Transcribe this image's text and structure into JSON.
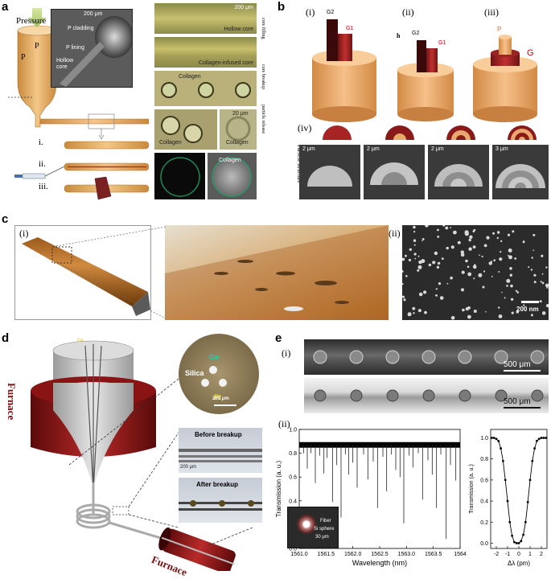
{
  "panels": {
    "a": {
      "label": "a",
      "pressure": "Pressure",
      "p_left": "P",
      "p_top": "P",
      "inset_scale": "200 μm",
      "pc_cladding": "P",
      "pc_cladding_rest": " cladding",
      "pc_lining": "P",
      "pc_lining_rest": " lining",
      "hollow_core": "Hollow core",
      "steps": [
        "i.",
        "ii.",
        "iii."
      ],
      "micro_scale_top": "200 μm",
      "hollow_core_label": "Hollow core",
      "collagen_core_label": "Collagen-infused core",
      "collagen1": "Collagen",
      "collagen2": "Collagen",
      "collagen3": "Collagen",
      "collagen4": "Collagen",
      "micro_scale_small": "20 μm",
      "side_labels": [
        "core filling",
        "core breakup",
        "particle release"
      ]
    },
    "b": {
      "label": "b",
      "sub": [
        "(i)",
        "(ii)",
        "(iii)",
        "(iv)"
      ],
      "g2a": "G2",
      "g1a": "G1",
      "h": "h",
      "g2b": "G2",
      "g1b": "G1",
      "g": "G",
      "p_top": "P",
      "particle_structure": "Particle structure",
      "sem_scale": [
        "2 μm",
        "2 μm",
        "2 μm",
        "3 μm"
      ]
    },
    "c": {
      "label": "c",
      "sub": [
        "(i)",
        "(ii)"
      ],
      "scale": "200 nm"
    },
    "d": {
      "label": "d",
      "furnace_top": "Furnace",
      "furnace_bottom": "Furnace",
      "silica": "Silica",
      "ge": "Ge",
      "pt": "Pt",
      "cross_scale": "200 μm",
      "before": "Before breakup",
      "after": "After breakup",
      "micro_scale": "200 μm"
    },
    "e": {
      "label": "e",
      "sub": [
        "(i)",
        "(ii)"
      ],
      "scale1": "500 μm",
      "scale2": "500 μm",
      "inset_fiber": "Fiber",
      "inset_sphere": "Si sphere",
      "inset_size": "30 μm"
    }
  },
  "chart_data": [
    {
      "type": "line",
      "xlabel": "Wavelength (nm)",
      "ylabel": "Transmission (a. u.)",
      "xlim": [
        1561.0,
        1564.0
      ],
      "ylim": [
        0.0,
        1.0
      ],
      "xticks": [
        "1561.0",
        "1561.5",
        "1562.0",
        "1562.5",
        "1563.0",
        "1563.5",
        "1564"
      ],
      "yticks": [
        "0.0",
        "0.2",
        "0.4",
        "0.6",
        "0.8",
        "1.0"
      ],
      "series": [
        {
          "baseline": [
            0.86,
            0.88
          ],
          "dips": [
            [
              1561.08,
              0.8
            ],
            [
              1561.15,
              0.67
            ],
            [
              1561.22,
              0.8
            ],
            [
              1561.3,
              0.55
            ],
            [
              1561.38,
              0.78
            ],
            [
              1561.46,
              0.63
            ],
            [
              1561.52,
              0.76
            ],
            [
              1561.62,
              0.39
            ],
            [
              1561.7,
              0.7
            ],
            [
              1561.78,
              0.26
            ],
            [
              1561.86,
              0.79
            ],
            [
              1561.92,
              0.62
            ],
            [
              1562.0,
              0.72
            ],
            [
              1562.08,
              0.51
            ],
            [
              1562.2,
              0.79
            ],
            [
              1562.28,
              0.58
            ],
            [
              1562.38,
              0.73
            ],
            [
              1562.46,
              0.34
            ],
            [
              1562.56,
              0.77
            ],
            [
              1562.63,
              0.48
            ],
            [
              1562.72,
              0.79
            ],
            [
              1562.8,
              0.66
            ],
            [
              1562.88,
              0.6
            ],
            [
              1562.95,
              0.21
            ],
            [
              1563.05,
              0.78
            ],
            [
              1563.12,
              0.68
            ],
            [
              1563.22,
              0.8
            ],
            [
              1563.3,
              0.41
            ],
            [
              1563.4,
              0.74
            ],
            [
              1563.48,
              0.62
            ],
            [
              1563.56,
              0.34
            ],
            [
              1563.64,
              0.79
            ],
            [
              1563.74,
              0.08
            ],
            [
              1563.82,
              0.7
            ],
            [
              1563.92,
              0.57
            ]
          ]
        }
      ]
    },
    {
      "type": "line",
      "xlabel": "Δλ (pm)",
      "ylabel": "Transmission (a. u.)",
      "xlim": [
        -2.5,
        2.5
      ],
      "ylim": [
        -0.05,
        1.08
      ],
      "xticks": [
        "-2",
        "-1",
        "0",
        "1",
        "2"
      ],
      "yticks": [
        "0.0",
        "0.2",
        "0.4",
        "0.6",
        "0.8",
        "1.0"
      ],
      "series": [
        {
          "x": [
            -2.4,
            -2.2,
            -2.0,
            -1.8,
            -1.6,
            -1.4,
            -1.2,
            -1.0,
            -0.8,
            -0.6,
            -0.4,
            -0.2,
            0.0,
            0.2,
            0.4,
            0.6,
            0.8,
            1.0,
            1.2,
            1.4,
            1.6,
            1.8,
            2.0,
            2.2,
            2.4
          ],
          "y": [
            1.0,
            1.0,
            0.99,
            0.97,
            0.9,
            0.78,
            0.6,
            0.4,
            0.2,
            0.07,
            0.01,
            0.0,
            0.0,
            0.02,
            0.08,
            0.2,
            0.39,
            0.6,
            0.78,
            0.9,
            0.97,
            0.99,
            1.0,
            1.0,
            1.0
          ]
        }
      ]
    }
  ]
}
